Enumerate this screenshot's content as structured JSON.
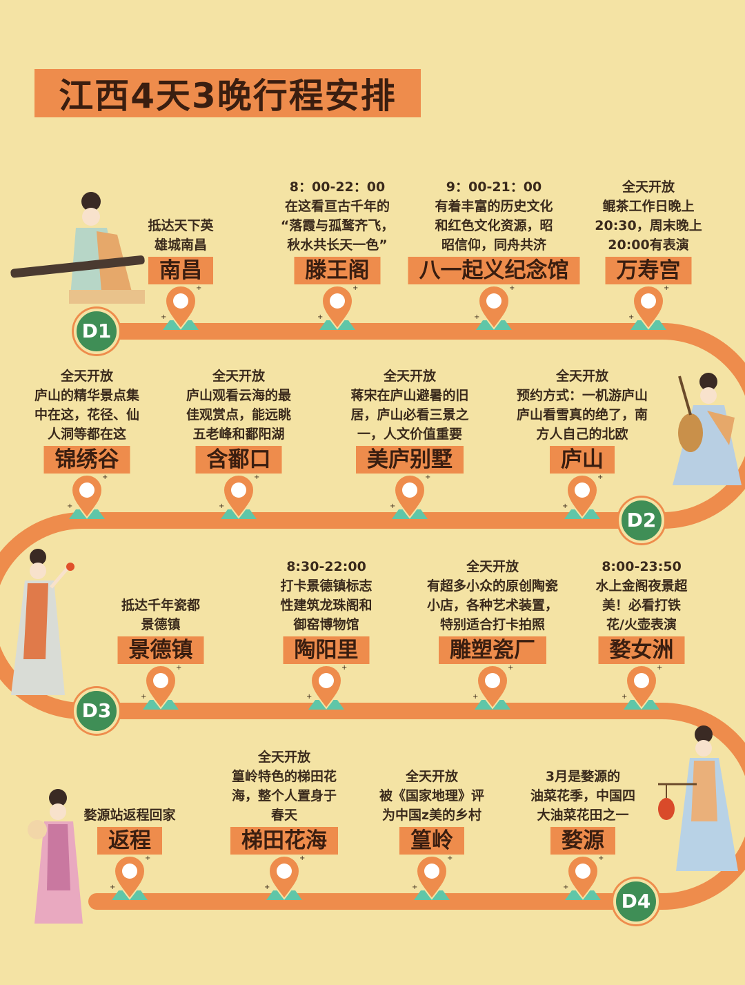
{
  "title": "江西4天3晚行程安排",
  "days": [
    "D1",
    "D2",
    "D3",
    "D4"
  ],
  "rows": [
    {
      "stops": [
        {
          "name": "南昌",
          "desc": [
            "抵达天下英",
            "雄城南昌"
          ]
        },
        {
          "name": "滕王阁",
          "desc": [
            "8：00-22：00",
            "在这看亘古千年的",
            "“落霞与孤鹜齐飞，",
            "秋水共长天一色”"
          ]
        },
        {
          "name": "八一起义纪念馆",
          "desc": [
            "9：00-21：00",
            "有着丰富的历史文化",
            "和红色文化资源，昭",
            "昭信仰，同舟共济"
          ]
        },
        {
          "name": "万寿宫",
          "desc": [
            "全天开放",
            "鲲茶工作日晚上",
            "20:30，周末晚上",
            "20:00有表演"
          ]
        }
      ]
    },
    {
      "stops": [
        {
          "name": "锦绣谷",
          "desc": [
            "全天开放",
            "庐山的精华景点集",
            "中在这，花径、仙",
            "人洞等都在这"
          ]
        },
        {
          "name": "含鄱口",
          "desc": [
            "全天开放",
            "庐山观看云海的最",
            "佳观赏点，能远眺",
            "五老峰和鄱阳湖"
          ]
        },
        {
          "name": "美庐别墅",
          "desc": [
            "全天开放",
            "蒋宋在庐山避暑的旧",
            "居，庐山必看三景之",
            "一，人文价值重要"
          ]
        },
        {
          "name": "庐山",
          "desc": [
            "全天开放",
            "预约方式：一机游庐山",
            "庐山看雪真的绝了，南",
            "方人自己的北欧"
          ]
        }
      ]
    },
    {
      "stops": [
        {
          "name": "景德镇",
          "desc": [
            "抵达千年瓷都",
            "景德镇"
          ]
        },
        {
          "name": "陶阳里",
          "desc": [
            "8:30-22:00",
            "打卡景德镇标志",
            "性建筑龙珠阁和",
            "御窑博物馆"
          ]
        },
        {
          "name": "雕塑瓷厂",
          "desc": [
            "全天开放",
            "有超多小众的原创陶瓷",
            "小店，各种艺术装置，",
            "特别适合打卡拍照"
          ]
        },
        {
          "name": "婺女洲",
          "desc": [
            "8:00-23:50",
            "水上金阁夜景超",
            "美！必看打铁",
            "花/火壶表演"
          ]
        }
      ]
    },
    {
      "stops": [
        {
          "name": "返程",
          "desc": [
            "婺源站返程回家"
          ]
        },
        {
          "name": "梯田花海",
          "desc": [
            "全天开放",
            "篁岭特色的梯田花",
            "海，整个人置身于",
            "春天"
          ]
        },
        {
          "name": "篁岭",
          "desc": [
            "全天开放",
            "被《国家地理》评",
            "为中国z美的乡村"
          ]
        },
        {
          "name": "婺源",
          "desc": [
            "3月是婺源的",
            "油菜花季，中国四",
            "大油菜花田之一"
          ]
        }
      ]
    }
  ],
  "colors": {
    "background": "#f4e3a4",
    "route": "#ee8c4c",
    "label": "#ee8c4c",
    "day_badge": "#3f8e56",
    "pin_base": "#5fc6a8"
  },
  "icons": {
    "pin": "map-pin-icon",
    "figure": "ancient-lady-illustration"
  }
}
